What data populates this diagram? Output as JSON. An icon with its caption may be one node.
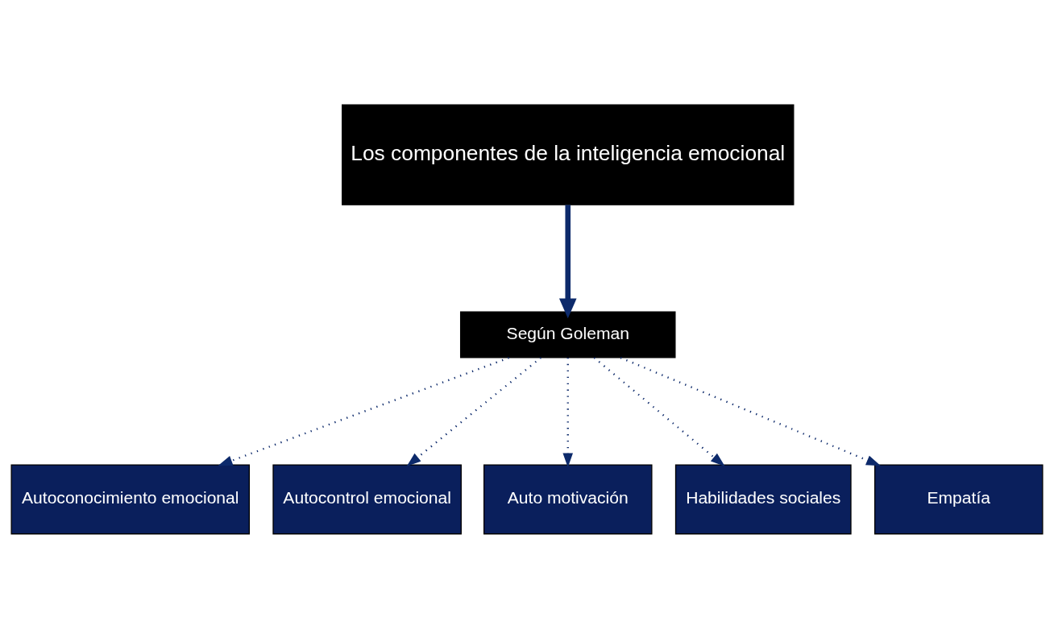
{
  "diagram": {
    "nodes": [
      {
        "text": [
          "Los componentes de la inteligencia emocional"
        ]
      },
      {
        "text": [
          "Según Goleman"
        ]
      },
      {
        "text": [
          "Autoconocimiento emocional"
        ]
      },
      {
        "text": [
          "Autocontrol emocional"
        ]
      },
      {
        "text": [
          "Auto motivación"
        ]
      },
      {
        "text": [
          "Habilidades sociales"
        ]
      },
      {
        "text": [
          "Empatía"
        ]
      }
    ],
    "edges": [
      {
        "from": 0,
        "to": 1,
        "arrow": "to",
        "style": "thick"
      },
      {
        "from": 1,
        "to": 2,
        "arrow": "to",
        "style": "dashed"
      },
      {
        "from": 1,
        "to": 3,
        "arrow": "to",
        "style": "dashed"
      },
      {
        "from": 1,
        "to": 4,
        "arrow": "to",
        "style": "dashed"
      },
      {
        "from": 1,
        "to": 5,
        "arrow": "to",
        "style": "dashed"
      },
      {
        "from": 1,
        "to": 6,
        "arrow": "to",
        "style": "dashed"
      }
    ]
  }
}
